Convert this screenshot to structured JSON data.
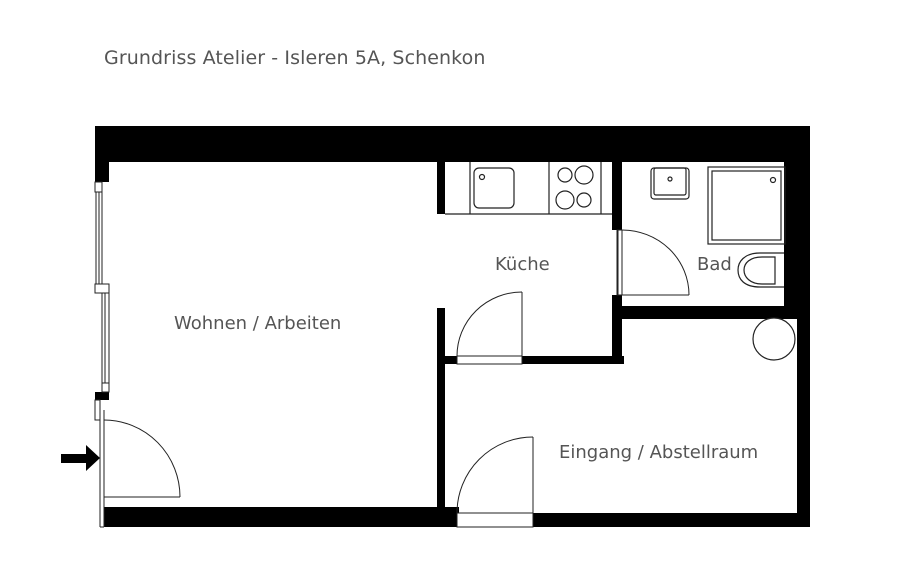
{
  "title": "Grundriss Atelier - Isleren 5A, Schenkon",
  "rooms": {
    "wohnen": "Wohnen / Arbeiten",
    "kueche": "Küche",
    "bad": "Bad",
    "eingang": "Eingang / Abstellraum"
  },
  "icons": {
    "entrance_arrow": "entrance-arrow-icon"
  },
  "colors": {
    "wall": "#000000",
    "line": "#333333",
    "label": "#555555",
    "background": "#ffffff"
  }
}
